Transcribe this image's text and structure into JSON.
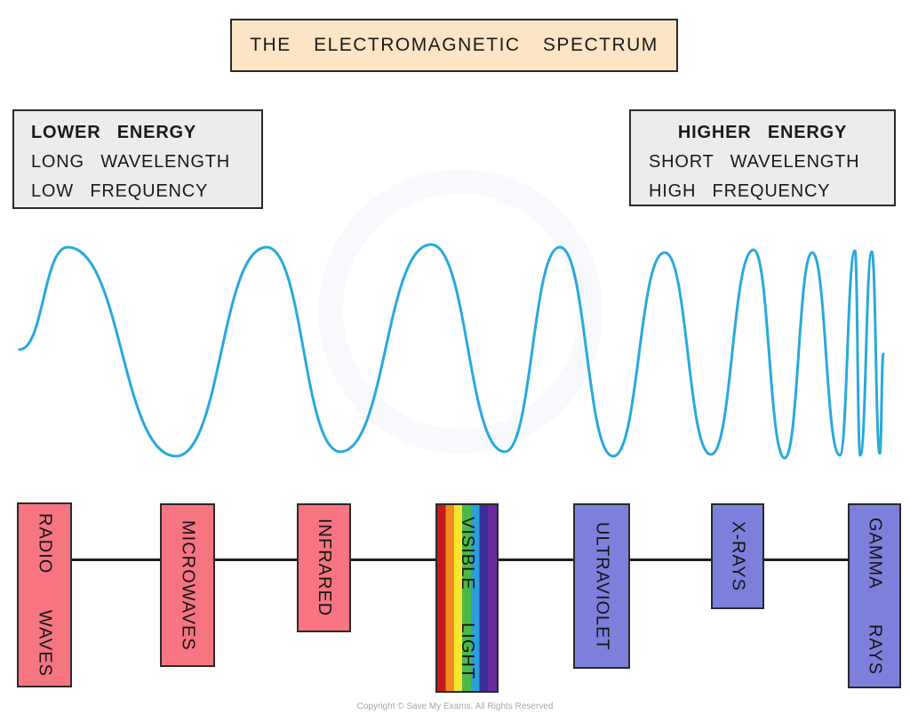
{
  "title": "THE ELECTROMAGNETIC SPECTRUM",
  "lower": {
    "heading": "LOWER ENERGY",
    "line1": "LONG WAVELENGTH",
    "line2": "LOW FREQUENCY"
  },
  "higher": {
    "heading": "HIGHER ENERGY",
    "line1": "SHORT WAVELENGTH",
    "line2": "HIGH FREQUENCY"
  },
  "bands": [
    {
      "label": "RADIO WAVES"
    },
    {
      "label": "MICROWAVES"
    },
    {
      "label": "INFRARED"
    },
    {
      "label": "VISIBLE LIGHT"
    },
    {
      "label": "ULTRAVIOLET"
    },
    {
      "label": "X-RAYS"
    },
    {
      "label": "GAMMA RAYS"
    }
  ],
  "colors": {
    "wave": "#29a9dc",
    "title_fill": "#fbe5c4",
    "info_fill": "#ececec",
    "low_band": "#f77580",
    "high_band": "#7c80dc"
  },
  "copyright": "Copyright © Save My Exams. All Rights Reserved"
}
